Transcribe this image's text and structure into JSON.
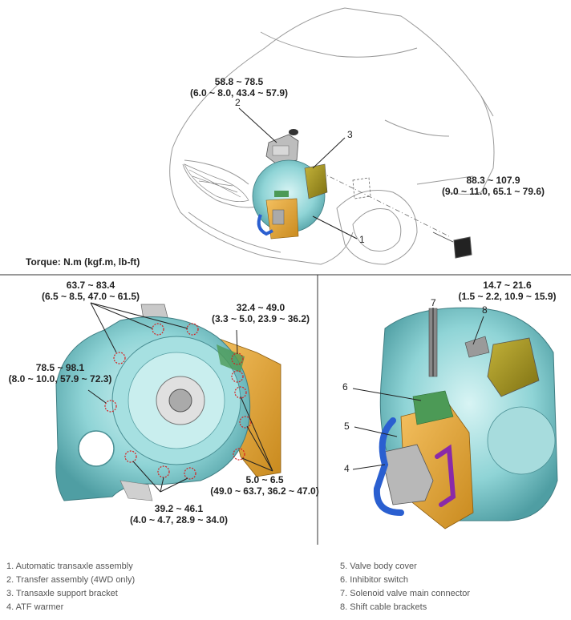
{
  "torque_heading": "Torque: N.m (kgf.m, lb-ft)",
  "top": {
    "transfer_torque": [
      "58.8 ~ 78.5",
      "(6.0 ~ 8.0, 43.4 ~ 57.9)"
    ],
    "bolt_torque": [
      "88.3 ~ 107.9",
      "(9.0 ~ 11.0, 65.1 ~ 79.6)"
    ],
    "callouts": [
      "2",
      "3",
      "1"
    ]
  },
  "left_panel": {
    "t1": [
      "63.7 ~ 83.4",
      "(6.5 ~ 8.5, 47.0 ~ 61.5)"
    ],
    "t2": [
      "32.4 ~ 49.0",
      "(3.3 ~ 5.0, 23.9 ~ 36.2)"
    ],
    "t3": [
      "78.5 ~ 98.1",
      "(8.0 ~ 10.0, 57.9 ~ 72.3)"
    ],
    "t4": [
      "5.0 ~ 6.5",
      "(49.0 ~ 63.7, 36.2 ~ 47.0)"
    ],
    "t5": [
      "39.2 ~ 46.1",
      "(4.0 ~ 4.7, 28.9 ~ 34.0)"
    ]
  },
  "right_panel": {
    "t1": [
      "14.7 ~ 21.6",
      "(1.5 ~ 2.2, 10.9 ~ 15.9)"
    ],
    "callouts": [
      "7",
      "8",
      "6",
      "5",
      "4"
    ]
  },
  "legend_left": [
    "1. Automatic transaxle assembly",
    "2. Transfer assembly (4WD only)",
    "3. Transaxle support bracket",
    "4. ATF warmer"
  ],
  "legend_right": [
    "5. Valve body cover",
    "6. Inhibitor switch",
    "7. Solenoid valve main connector",
    "8. Shift cable brackets"
  ]
}
